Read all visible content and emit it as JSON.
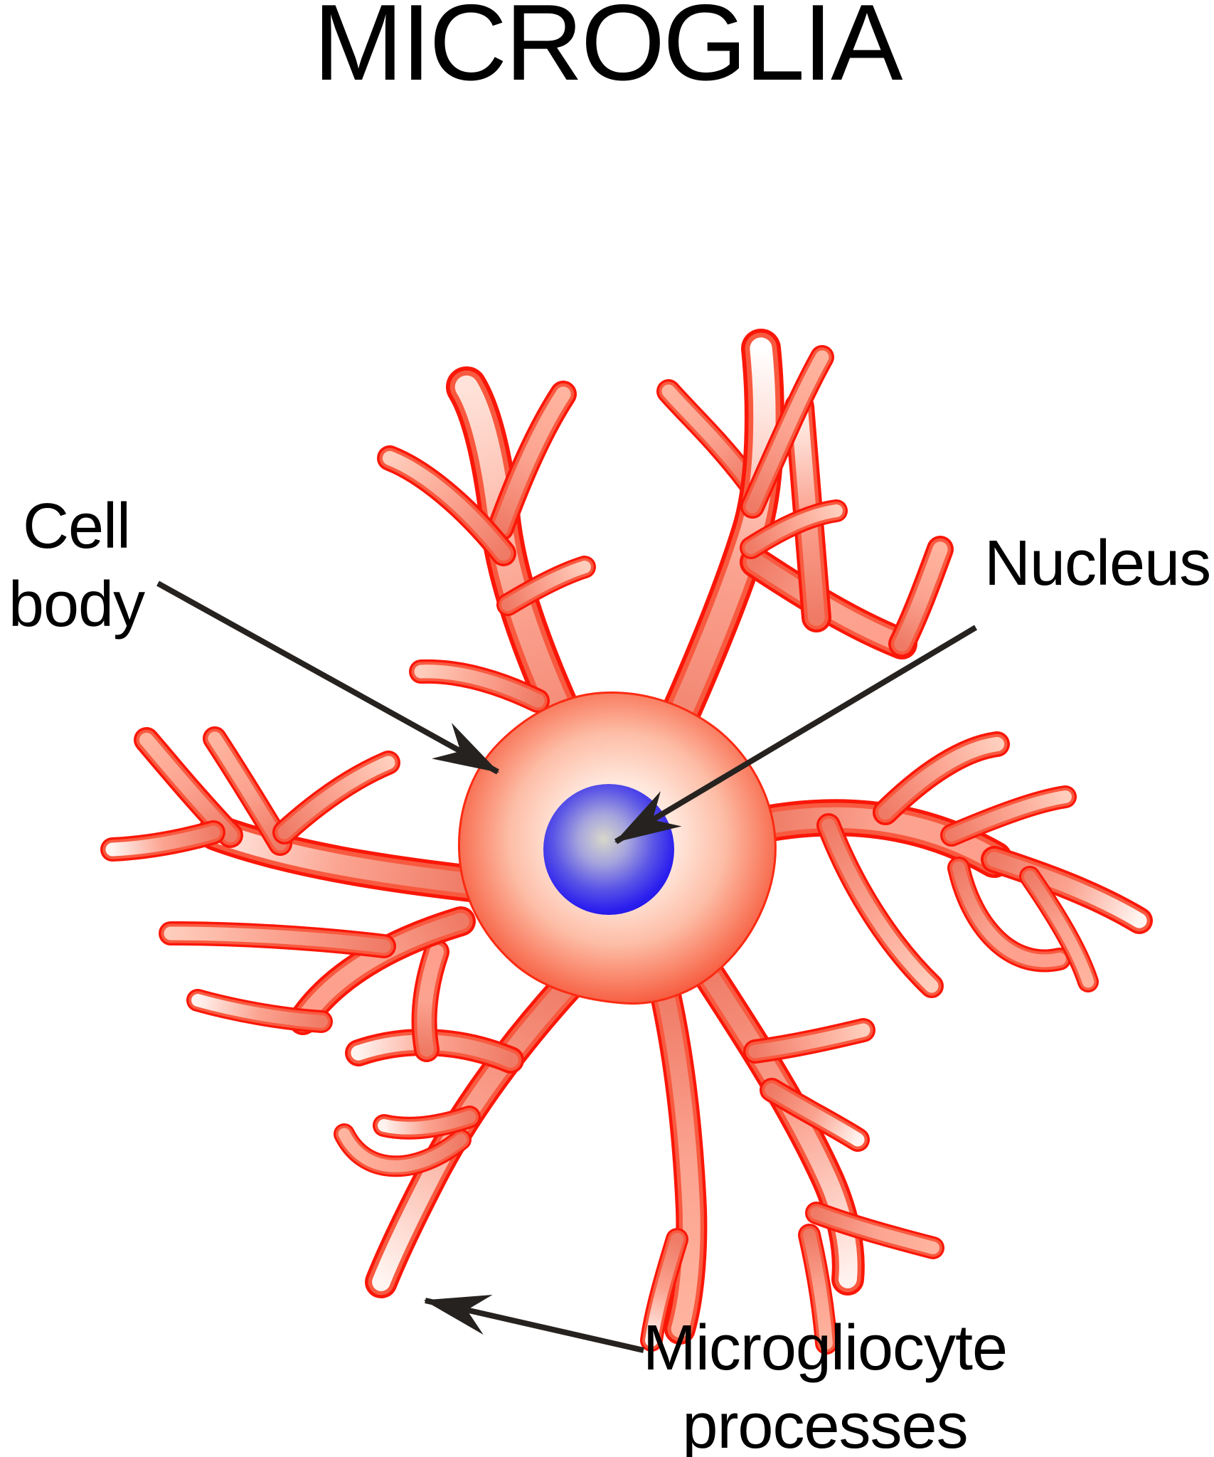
{
  "diagram": {
    "title": "MICROGLIA",
    "labels": {
      "cell_body": "Cell body",
      "nucleus": "Nucleus",
      "processes": "Microgliocyte processes"
    },
    "colors": {
      "background": "#ffffff",
      "text": "#000000",
      "arrow": "#26221f",
      "process_red": "#fa1708",
      "process_mid": "#f85a40",
      "process_inner": "#ef7b66",
      "process_light_tip": "#ffffff",
      "cell_body_edge": "#f2340f",
      "cell_body_center": "#fffdfc",
      "nucleus_edge": "#1d10e6",
      "nucleus_center": "#d8d7ca"
    }
  }
}
